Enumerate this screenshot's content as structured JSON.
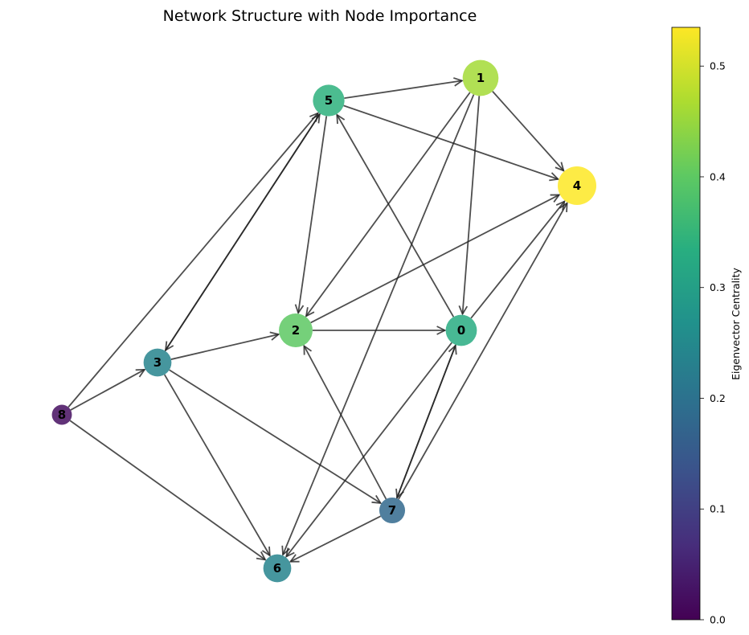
{
  "chart_data": {
    "type": "network",
    "title": "Network Structure with Node Importance",
    "colorbar": {
      "label": "Eigenvector Centrality",
      "range": [
        0.0,
        0.535
      ],
      "ticks": [
        "0.0",
        "0.1",
        "0.2",
        "0.3",
        "0.4",
        "0.5"
      ],
      "tick_values": [
        0.0,
        0.1,
        0.2,
        0.3,
        0.4,
        0.5
      ],
      "colormap": "viridis"
    },
    "nodes": [
      {
        "id": "0",
        "centrality": 0.33
      },
      {
        "id": "1",
        "centrality": 0.46
      },
      {
        "id": "2",
        "centrality": 0.4
      },
      {
        "id": "3",
        "centrality": 0.24
      },
      {
        "id": "4",
        "centrality": 0.535
      },
      {
        "id": "5",
        "centrality": 0.34
      },
      {
        "id": "6",
        "centrality": 0.24
      },
      {
        "id": "7",
        "centrality": 0.18
      },
      {
        "id": "8",
        "centrality": 0.02
      }
    ],
    "edges": [
      [
        "5",
        "1"
      ],
      [
        "5",
        "4"
      ],
      [
        "5",
        "2"
      ],
      [
        "5",
        "3"
      ],
      [
        "1",
        "4"
      ],
      [
        "1",
        "0"
      ],
      [
        "1",
        "2"
      ],
      [
        "1",
        "6"
      ],
      [
        "3",
        "5"
      ],
      [
        "3",
        "2"
      ],
      [
        "3",
        "6"
      ],
      [
        "3",
        "7"
      ],
      [
        "2",
        "0"
      ],
      [
        "2",
        "4"
      ],
      [
        "0",
        "5"
      ],
      [
        "0",
        "4"
      ],
      [
        "0",
        "6"
      ],
      [
        "0",
        "7"
      ],
      [
        "7",
        "0"
      ],
      [
        "7",
        "2"
      ],
      [
        "7",
        "4"
      ],
      [
        "7",
        "6"
      ],
      [
        "8",
        "3"
      ],
      [
        "8",
        "5"
      ],
      [
        "8",
        "6"
      ]
    ]
  }
}
